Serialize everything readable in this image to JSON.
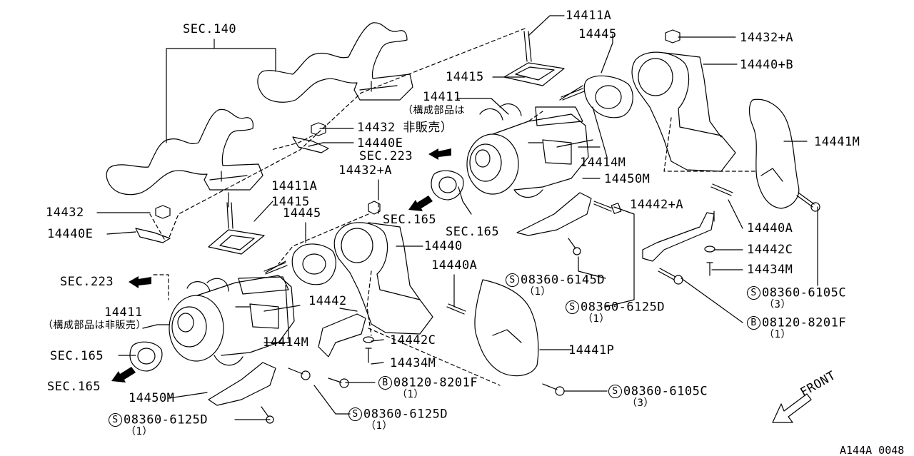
{
  "labels": {
    "sec140": "SEC.140",
    "p14411A_top": "14411A",
    "p14445_top": "14445",
    "p14432A_top": "14432+A",
    "p14440B": "14440+B",
    "p14415_top": "14415",
    "p14411_top": "14411",
    "p14411_top_note": "（構成部品は",
    "p14432_jp": "14432 非販売）",
    "p14440E_top": "14440E",
    "sec223_top": "SEC.223",
    "p14441M": "14441M",
    "p14432A_mid": "14432+A",
    "p14450M_top": "14450M",
    "p14414M_top": "14414M",
    "p14411A_mid": "14411A",
    "p14415_mid": "14415",
    "p14445_mid": "14445",
    "p14432_left": "14432",
    "p14440E_left": "14440E",
    "sec165_a": "SEC.165",
    "sec165_b": "SEC.165",
    "p14442A": "14442+A",
    "p14440A_right": "14440A",
    "p14440": "14440",
    "p14442C_right": "14442C",
    "sec223_left": "SEC.223",
    "p14440A_mid": "14440A",
    "p14434M_right": "14434M",
    "s08360_6145D": "08360-6145D",
    "s08360_6145D_qty": "（1）",
    "s08360_6105C_right": "08360-6105C",
    "s08360_6105C_right_qty": "（3）",
    "p14411_left": "14411",
    "p14411_left_note": "（構成部品は非販売）",
    "p14442_mid": "14442",
    "s08360_6125D_right": "08360-6125D",
    "s08360_6125D_right_qty": "（1）",
    "b08120_8201F_right": "08120-8201F",
    "b08120_8201F_right_qty": "（1）",
    "p14442C_mid": "14442C",
    "p14414M_left": "14414M",
    "p14441P": "14441P",
    "sec165_c": "SEC.165",
    "p14434M_mid": "14434M",
    "sec165_d": "SEC.165",
    "b08120_8201F_mid": "08120-8201F",
    "b08120_8201F_mid_qty": "（1）",
    "p14450M_left": "14450M",
    "s08360_6105C_mid": "08360-6105C",
    "s08360_6105C_mid_qty": "（3）",
    "s08360_6125D_mid": "08360-6125D",
    "s08360_6125D_mid_qty": "（1）",
    "s08360_6125D_left": "08360-6125D",
    "s08360_6125D_left_qty": "（1）",
    "front": "FRONT",
    "diagram_code": "A144A 0048"
  },
  "markers": {
    "screw": "S",
    "bolt": "B"
  },
  "icons": {
    "front_arrow": "front-arrow-icon",
    "sec_arrow": "direction-arrow-icon"
  }
}
